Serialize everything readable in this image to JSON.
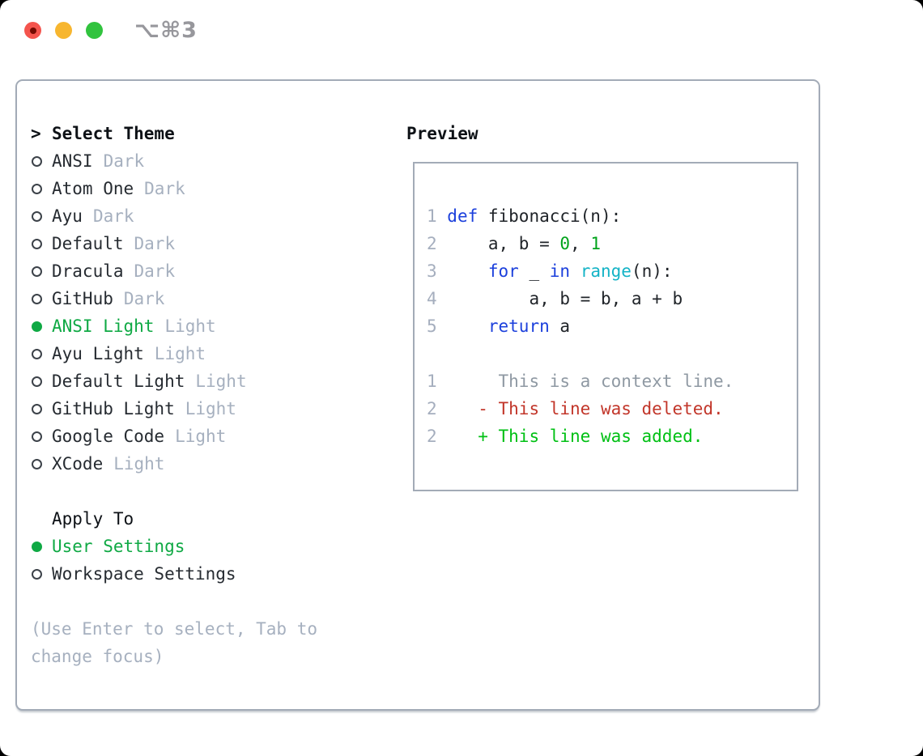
{
  "window": {
    "shortcut_label": "⌥⌘3",
    "controls": [
      "close-traffic-light",
      "minimize-traffic-light",
      "zoom-traffic-light"
    ]
  },
  "theme_panel": {
    "title_prefix": ">",
    "title": "Select Theme",
    "themes": [
      {
        "name": "ANSI",
        "variant": "Dark",
        "selected": false
      },
      {
        "name": "Atom One",
        "variant": "Dark",
        "selected": false
      },
      {
        "name": "Ayu",
        "variant": "Dark",
        "selected": false
      },
      {
        "name": "Default",
        "variant": "Dark",
        "selected": false
      },
      {
        "name": "Dracula",
        "variant": "Dark",
        "selected": false
      },
      {
        "name": "GitHub",
        "variant": "Dark",
        "selected": false
      },
      {
        "name": "ANSI Light",
        "variant": "Light",
        "selected": true
      },
      {
        "name": "Ayu Light",
        "variant": "Light",
        "selected": false
      },
      {
        "name": "Default Light",
        "variant": "Light",
        "selected": false
      },
      {
        "name": "GitHub Light",
        "variant": "Light",
        "selected": false
      },
      {
        "name": "Google Code",
        "variant": "Light",
        "selected": false
      },
      {
        "name": "XCode",
        "variant": "Light",
        "selected": false
      }
    ],
    "apply_to": {
      "title": "Apply To",
      "options": [
        {
          "label": "User Settings",
          "selected": true
        },
        {
          "label": "Workspace Settings",
          "selected": false
        }
      ]
    },
    "hint": "(Use Enter to select, Tab to change focus)"
  },
  "preview_panel": {
    "title": "Preview",
    "lines": [
      {
        "num": "1",
        "segments": [
          {
            "style": "kw",
            "text": "def"
          },
          {
            "style": "plain",
            "text": " fibonacci(n):"
          }
        ]
      },
      {
        "num": "2",
        "segments": [
          {
            "style": "plain",
            "text": "    a, b = "
          },
          {
            "style": "num",
            "text": "0"
          },
          {
            "style": "plain",
            "text": ", "
          },
          {
            "style": "num",
            "text": "1"
          }
        ]
      },
      {
        "num": "3",
        "segments": [
          {
            "style": "plain",
            "text": "    "
          },
          {
            "style": "kw",
            "text": "for"
          },
          {
            "style": "plain",
            "text": " _ "
          },
          {
            "style": "kw",
            "text": "in"
          },
          {
            "style": "plain",
            "text": " "
          },
          {
            "style": "builtin",
            "text": "range"
          },
          {
            "style": "plain",
            "text": "(n):"
          }
        ]
      },
      {
        "num": "4",
        "segments": [
          {
            "style": "plain",
            "text": "        a, b = b, a + b"
          }
        ]
      },
      {
        "num": "5",
        "segments": [
          {
            "style": "plain",
            "text": "    "
          },
          {
            "style": "kw",
            "text": "return"
          },
          {
            "style": "plain",
            "text": " a"
          }
        ]
      },
      {
        "num": "",
        "segments": []
      },
      {
        "num": "1",
        "segments": [
          {
            "style": "context",
            "text": "     This is a context line."
          }
        ]
      },
      {
        "num": "2",
        "segments": [
          {
            "style": "deleted",
            "text": "   - This line was deleted."
          }
        ]
      },
      {
        "num": "2",
        "segments": [
          {
            "style": "added",
            "text": "   + This line was added."
          }
        ]
      }
    ]
  },
  "colors": {
    "window-bg": "#ffffff",
    "heading": "#0d1116",
    "text-dark": "#262b31",
    "text-muted": "#a6b0bf",
    "accent-green": "#0fa944",
    "radio-border": "#3c4249",
    "border": "#a3abb7",
    "lineno": "#a5aebe",
    "code-plain": "#1f2328",
    "code-keyword": "#1c40dc",
    "code-builtin": "#14b3c6",
    "code-number": "#00a31b",
    "diff-context": "#8f99a3",
    "diff-deleted": "#c2362a",
    "diff-added": "#00c014",
    "traffic-red": "#f4544d",
    "traffic-red-dot": "#750a01",
    "traffic-yellow": "#f7b62f",
    "traffic-green": "#31c33e",
    "shortcut": "#97979c"
  }
}
